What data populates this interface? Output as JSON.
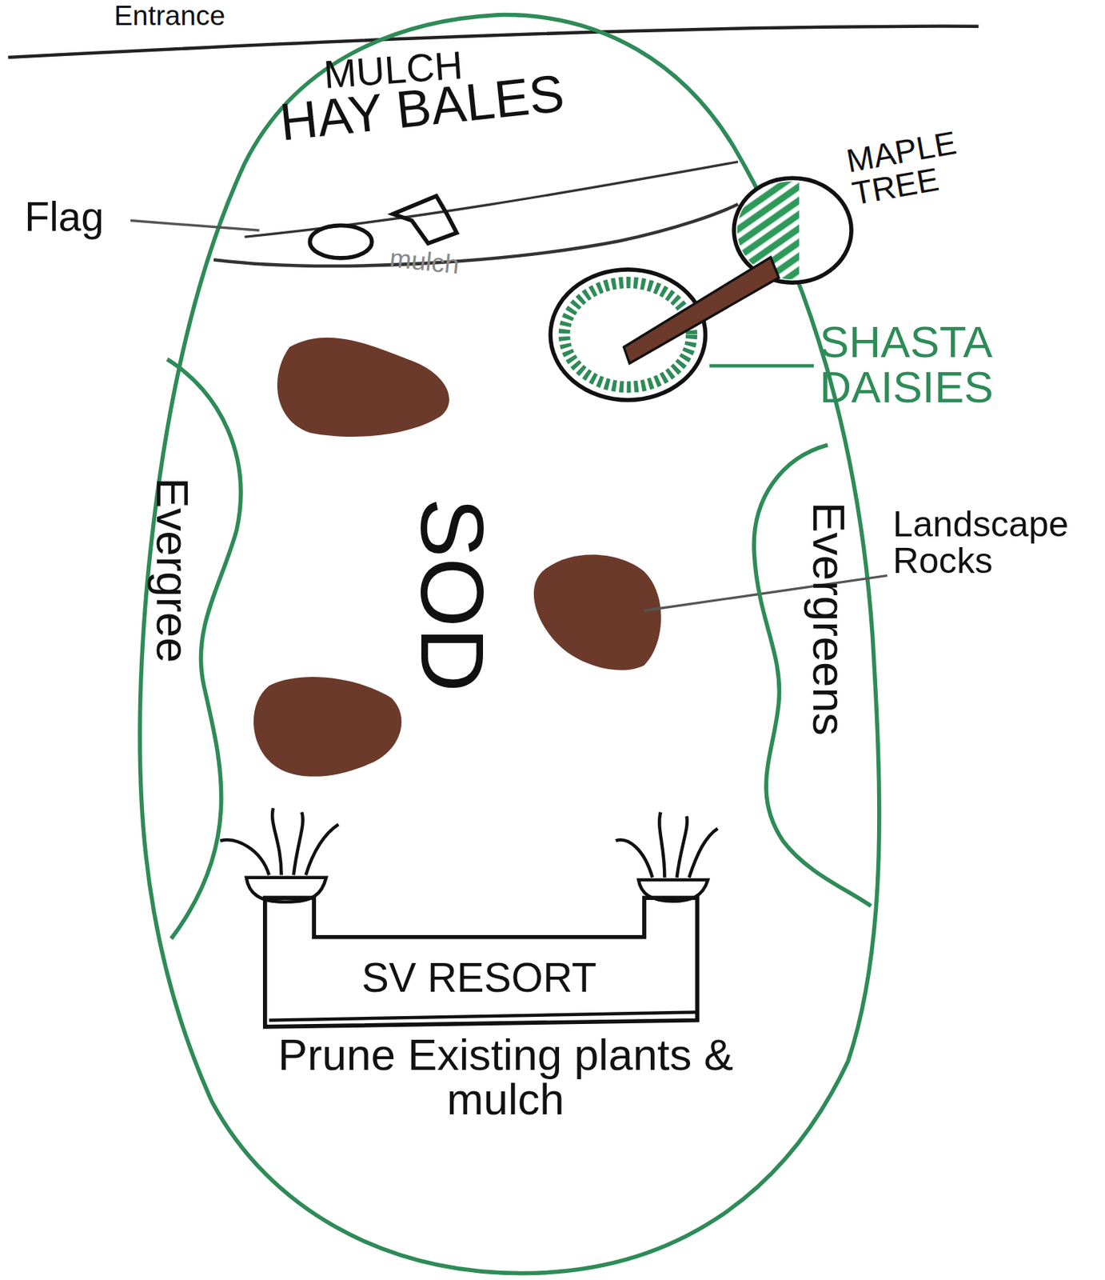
{
  "diagram": {
    "nodes": [
      {
        "text": [
          "SV RESORT"
        ]
      }
    ],
    "labels": [
      "Entrance",
      "MULCH",
      "HAY BALES",
      "Flag",
      "mulch",
      "MAPLE TREE",
      "SHASTA DAISIES",
      "SOD",
      "Evergree",
      "Evergreens",
      "Landscape Rocks",
      "Prune Existing plants & mulch"
    ]
  }
}
